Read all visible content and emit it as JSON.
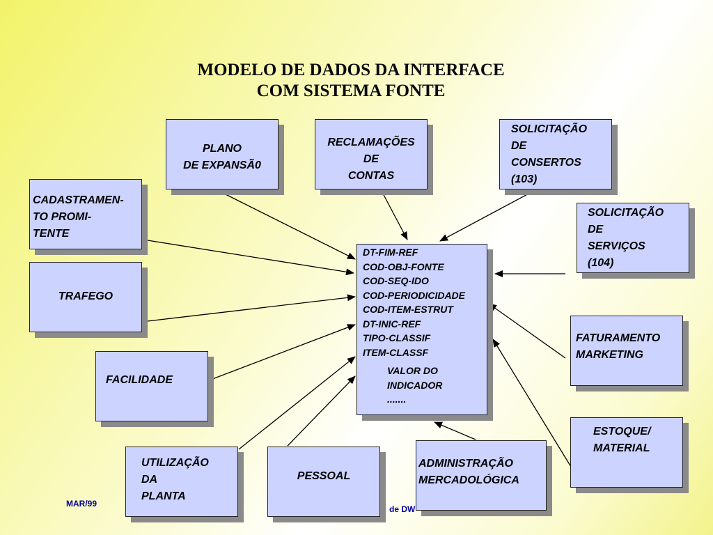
{
  "title": {
    "line1": "MODELO DE DADOS DA INTERFACE",
    "line2": "COM SISTEMA FONTE"
  },
  "boxes": {
    "plano": [
      "PLANO",
      "DE EXPANSÃ0"
    ],
    "reclamacoes": [
      "RECLAMAÇÕES",
      "DE",
      "CONTAS"
    ],
    "sol_consertos": [
      "SOLICITAÇÃO",
      "DE",
      "CONSERTOS",
      "(103)"
    ],
    "cadastramento": [
      "CADASTRAMEN-",
      "TO PROMI-",
      "TENTE"
    ],
    "sol_servicos": [
      "SOLICITAÇÃO",
      "DE",
      "SERVIÇOS",
      "(104)"
    ],
    "trafego": [
      "TRAFEGO"
    ],
    "facilidade": [
      "FACILIDADE"
    ],
    "faturamento": [
      "FATURAMENTO",
      "MARKETING"
    ],
    "estoque": [
      "ESTOQUE/",
      "MATERIAL"
    ],
    "utilizacao": [
      "UTILIZAÇÃO",
      "DA",
      "PLANTA"
    ],
    "pessoal": [
      "PESSOAL"
    ],
    "administracao": [
      "ADMINISTRAÇÃO",
      "MERCADOLÓGICA"
    ]
  },
  "central": {
    "fields": [
      "DT-FIM-REF",
      "COD-OBJ-FONTE",
      "COD-SEQ-IDO",
      "COD-PERIODICIDADE",
      "COD-ITEM-ESTRUT",
      "DT-INIC-REF",
      "TIPO-CLASSIF",
      "ITEM-CLASSF"
    ],
    "extra": [
      "VALOR DO",
      "INDICADOR",
      "......."
    ]
  },
  "footer": {
    "date": "MAR/99",
    "partial": "de DW"
  },
  "colors": {
    "box_fill": "#ccd3ff",
    "box_shadow": "#8a8a8a",
    "footer_text": "#0000a0"
  }
}
